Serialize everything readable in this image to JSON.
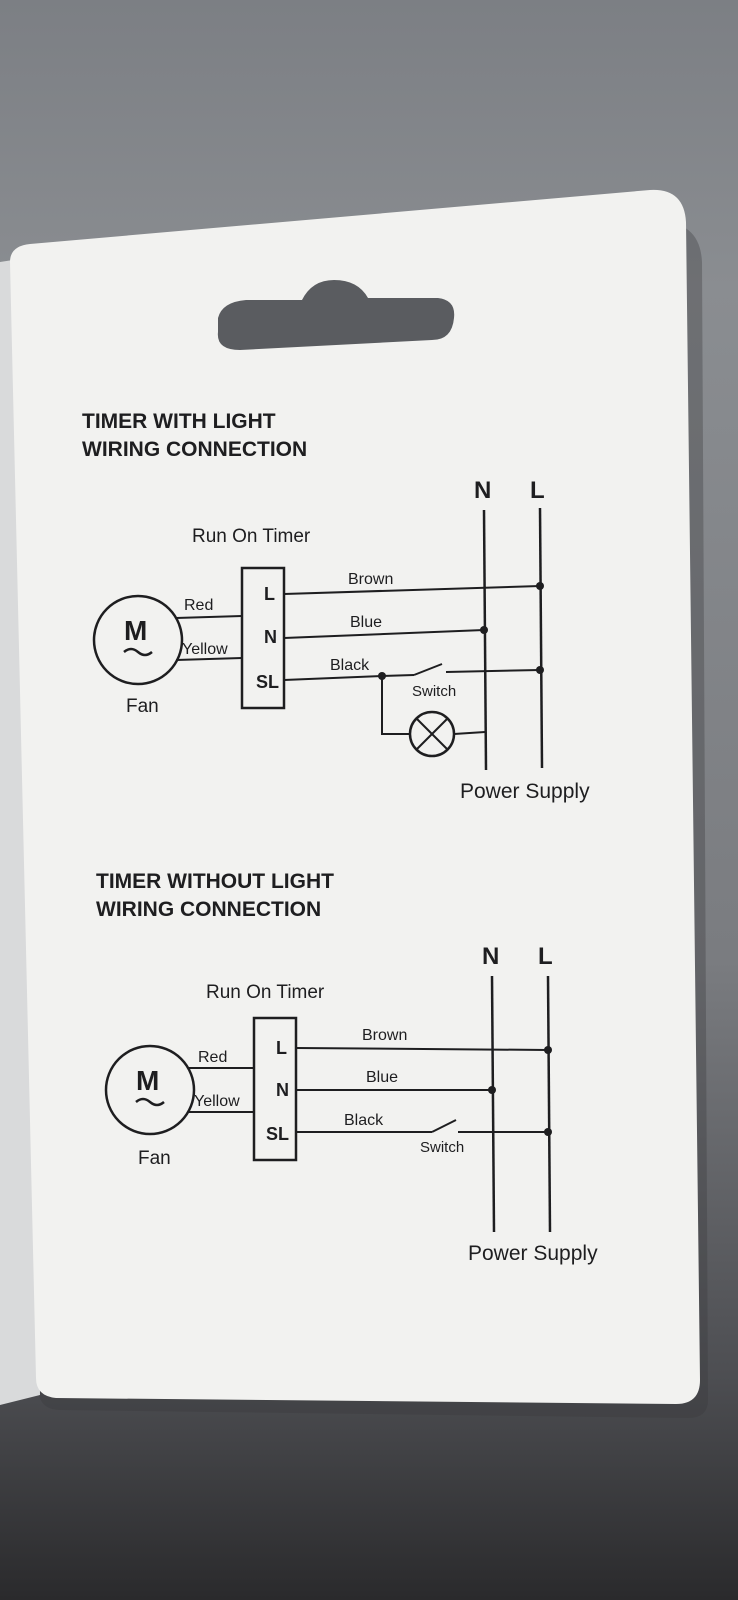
{
  "card": {
    "background_color": "#f2f2f0",
    "ink_color": "#1e1e20"
  },
  "diagram_with_light": {
    "title_line1": "TIMER WITH LIGHT",
    "title_line2": "WIRING CONNECTION",
    "timer_label": "Run On Timer",
    "terminals": [
      "L",
      "N",
      "SL"
    ],
    "motor_symbol": "M",
    "fan_label": "Fan",
    "wire_red": "Red",
    "wire_yellow": "Yellow",
    "wire_brown": "Brown",
    "wire_blue": "Blue",
    "wire_black": "Black",
    "switch_label": "Switch",
    "neutral_label": "N",
    "live_label": "L",
    "supply_label": "Power Supply",
    "lamp_icon": "lamp-icon"
  },
  "diagram_without_light": {
    "title_line1": "TIMER WITHOUT LIGHT",
    "title_line2": "WIRING CONNECTION",
    "timer_label": "Run On Timer",
    "terminals": [
      "L",
      "N",
      "SL"
    ],
    "motor_symbol": "M",
    "fan_label": "Fan",
    "wire_red": "Red",
    "wire_yellow": "Yellow",
    "wire_brown": "Brown",
    "wire_blue": "Blue",
    "wire_black": "Black",
    "switch_label": "Switch",
    "neutral_label": "N",
    "live_label": "L",
    "supply_label": "Power Supply"
  }
}
